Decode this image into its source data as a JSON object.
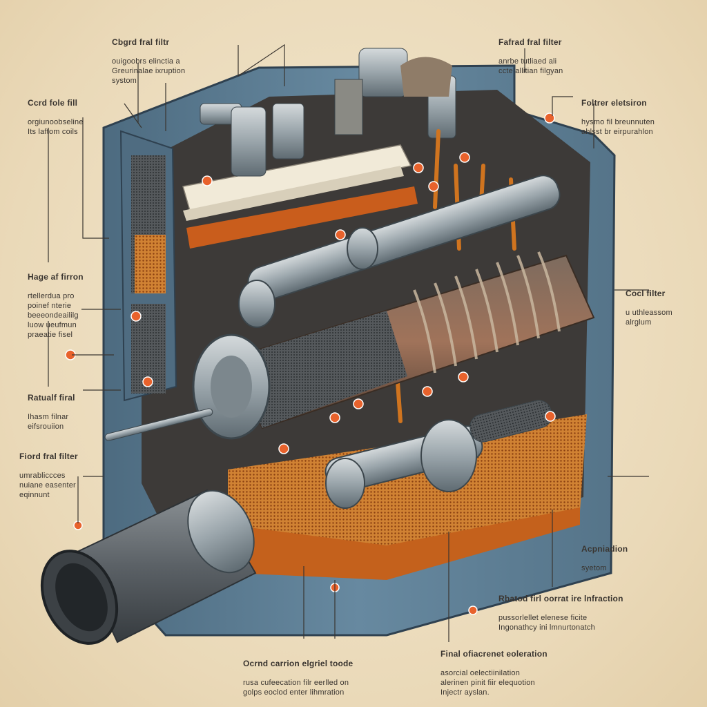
{
  "colors": {
    "background": "#efe2c8",
    "housing": "#5f7f95",
    "housing_dark": "#3f5a6c",
    "rust": "#c8661f",
    "accent_dot": "#e8622c",
    "metal": "#9aa7ae",
    "ink": "#3a3530"
  },
  "labels": {
    "top_left": {
      "title": "Cbgrd fral filtr",
      "body": "ouigoobrs elinctia a\nGreurinalae ixruption\nsystom"
    },
    "top_center": {
      "title": "Fafrad fral filter",
      "body": "anrbe tutliaed ali\nccte allitian filgyan"
    },
    "upper_left": {
      "title": "Ccrd fole fill",
      "body": "orgiunoobseline\nIts laftom coils"
    },
    "upper_right": {
      "title": "Foltrer eletsiron",
      "body": "hysmo fil breunnuten\nahlsst br eirpurahlon"
    },
    "mid_left": {
      "title": "Hage af firron",
      "body": "rtellerdua pro\npoinef nterie\nbeeeondeaililg\nluow ueufmun\npraeatie fisel"
    },
    "right_mid": {
      "title": "Cocl filter",
      "body": "u uthleassom\nalrglum"
    },
    "lower_left_a": {
      "title": "Ratualf firal",
      "body": "Ihasm filnar\neifsrouiion"
    },
    "lower_left_b": {
      "title": "Fiord fral filter",
      "body": "umrabliccces\nnuiane easenter\neqinnunt"
    },
    "right_low": {
      "title": "Acpniadion",
      "body": "syetom"
    },
    "bottom_right": {
      "title": "Rbatod firl oorrat ire lnfraction",
      "body": "pussorlellet elenese ficite\nIngonathcy ini lmnurtonatch"
    },
    "bottom_center": {
      "title": "Ocrnd carrion elgriel toode",
      "body": "rusa cufeecation filr eerlled on\ngolps eoclod enter lihmration"
    },
    "bottom_right2": {
      "title": "Final ofiacrenet eoleration",
      "body": "asorcial oelectiinilation\nalerinen pinit fiir elequotion\nInjectr ayslan."
    }
  }
}
